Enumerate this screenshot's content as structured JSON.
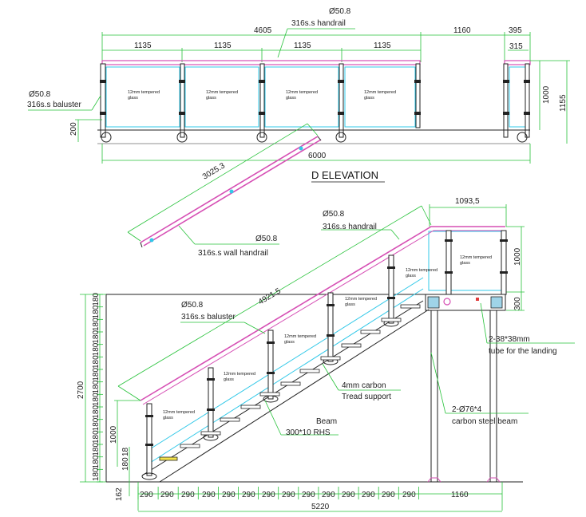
{
  "title": "D ELEVATION",
  "elevation": {
    "dims_top": [
      "1135",
      "1135",
      "1135",
      "1135"
    ],
    "total": "4605",
    "landing_gap": "1160",
    "right_total": "395",
    "right_inner": "315",
    "bottom_total": "6000",
    "height_rail": "1000",
    "height_total": "1155",
    "height_base": "200",
    "handrail_dia": "Ø50.8",
    "handrail_label": "316s.s handrail",
    "baluster_dia": "Ø50.8",
    "baluster_label": "316s.s baluster",
    "glass_label": "12mm tempered\nglass"
  },
  "wall_rail": {
    "length": "3025.3",
    "dia": "Ø50.8",
    "label": "316s.s wall handrail"
  },
  "stair": {
    "handrail_dia": "Ø50.8",
    "handrail_label": "316s.s handrail",
    "rail_length": "4921.5",
    "landing_width": "1093,5",
    "rail_height_right": "1000",
    "landing_depth": "300",
    "baluster_dia": "Ø50.8",
    "baluster_label": "316s.s baluster",
    "glass_label": "12mm tempered\nglass",
    "tube_note_1": "2-38*38mm",
    "tube_note_2": "tube for the landing",
    "tread_note_1": "4mm carbon",
    "tread_note_2": "Tread support",
    "beam_note_1": "Beam",
    "beam_note_2": "300*10 RHS",
    "col_note_1": "2-Ø76*4",
    "col_note_2": "carbon steel beam",
    "total_height": "2700",
    "rail_height_left": "1000",
    "small_18": "18",
    "small_180": "180",
    "small_162": "162",
    "riser": "180",
    "goings": [
      "290",
      "290",
      "290",
      "290",
      "290",
      "290",
      "290",
      "290",
      "290",
      "290",
      "290",
      "290",
      "290",
      "290"
    ],
    "landing_span": "1160",
    "total_length": "5220"
  }
}
